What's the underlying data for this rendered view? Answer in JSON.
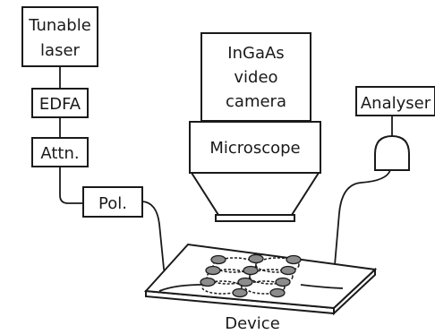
{
  "components": {
    "tunable_laser": {
      "line1": "Tunable",
      "line2": "laser"
    },
    "edfa": "EDFA",
    "attenuator": "Attn.",
    "polariser": "Pol.",
    "camera": {
      "line1": "InGaAs",
      "line2": "video",
      "line3": "camera"
    },
    "microscope": "Microscope",
    "analyser": "Analyser",
    "device": "Device"
  },
  "colors": {
    "line": "#1a1a1a",
    "resonator_fill": "#8c8c8c",
    "background": "#ffffff"
  }
}
